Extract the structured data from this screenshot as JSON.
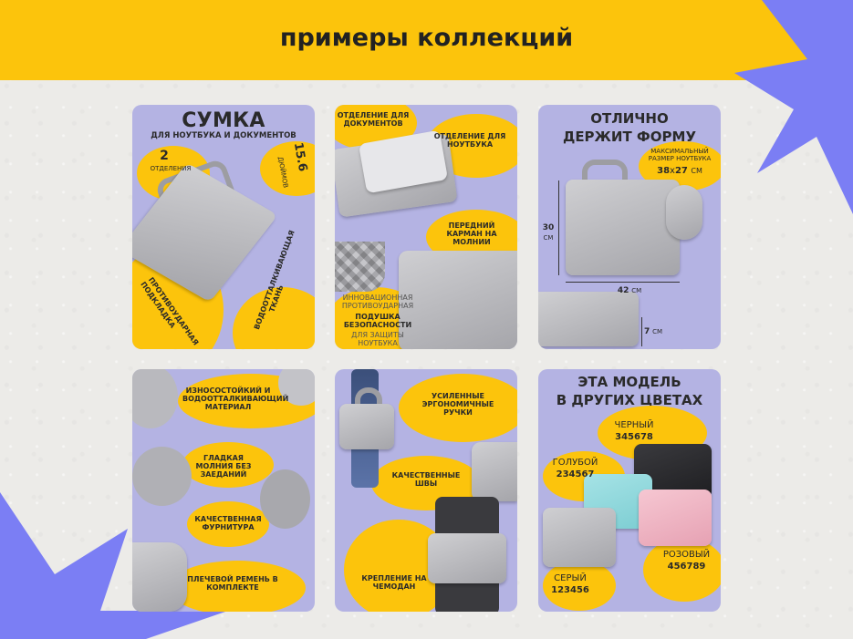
{
  "header": {
    "title": "примеры коллекций"
  },
  "colors": {
    "yellow": "#fcc40c",
    "lavender": "#b4b3e3",
    "star_blue": "#7b7ef4",
    "background": "#ecebe8"
  },
  "card1": {
    "title": "СУМКА",
    "subtitle": "ДЛЯ НОУТБУКА И ДОКУМЕНТОВ",
    "compartments_number": "2",
    "compartments_label": "ОТДЕЛЕНИЯ",
    "size_number": "15.6",
    "size_unit": "ДЮЙМОВ",
    "label_lining_1": "ПРОТИВОУДАРНАЯ",
    "label_lining_2": "ПОДКЛАДКА",
    "label_fabric_1": "ВОДООТТАЛКИВАЮЩАЯ",
    "label_fabric_2": "ТКАНЬ"
  },
  "card2": {
    "label_documents": "ОТДЕЛЕНИЕ ДЛЯ ДОКУМЕНТОВ",
    "label_laptop": "ОТДЕЛЕНИЕ ДЛЯ НОУТБУКА",
    "label_pocket": "ПЕРЕДНИЙ КАРМАН НА МОЛНИИ",
    "label_pillow_1": "ИННОВАЦИОННАЯ ПРОТИВОУДАРНАЯ",
    "label_pillow_2": "ПОДУШКА БЕЗОПАСНОСТИ",
    "label_pillow_3": "ДЛЯ ЗАЩИТЫ НОУТБУКА"
  },
  "card3": {
    "title_line1": "ОТЛИЧНО",
    "title_line2": "ДЕРЖИТ ФОРМУ",
    "max_size_label": "МАКСИМАЛЬНЫЙ РАЗМЕР НОУТБУКА",
    "max_size_w": "38",
    "max_size_x": "х",
    "max_size_h": "27",
    "max_size_unit": "СМ",
    "height_value": "30",
    "height_unit": "СМ",
    "width_value": "42",
    "width_unit": "СМ",
    "depth_value": "7",
    "depth_unit": "СМ"
  },
  "card4": {
    "label_material": "ИЗНОСОСТОЙКИЙ И ВОДООТТАЛКИВАЮЩИЙ МАТЕРИАЛ",
    "label_zipper": "ГЛАДКАЯ МОЛНИЯ БЕЗ ЗАЕДАНИЙ",
    "label_hardware": "КАЧЕСТВЕННАЯ ФУРНИТУРА",
    "label_strap": "ПЛЕЧЕВОЙ РЕМЕНЬ В КОМПЛЕКТЕ"
  },
  "card5": {
    "label_handles": "УСИЛЕННЫЕ ЭРГОНОМИЧНЫЕ РУЧКИ",
    "label_seams": "КАЧЕСТВЕННЫЕ ШВЫ",
    "label_suitcase": "КРЕПЛЕНИЕ НА ЧЕМОДАН"
  },
  "card6": {
    "title_line1": "ЭТА МОДЕЛЬ",
    "title_line2": "В ДРУГИХ ЦВЕТАХ",
    "colors": [
      {
        "name": "ЧЕРНЫЙ",
        "code": "345678",
        "swatch": "#2b2b2e"
      },
      {
        "name": "ГОЛУБОЙ",
        "code": "234567",
        "swatch": "#8fd8dc"
      },
      {
        "name": "РОЗОВЫЙ",
        "code": "456789",
        "swatch": "#efb3c2"
      },
      {
        "name": "СЕРЫЙ",
        "code": "123456",
        "swatch": "#b9b9bd"
      }
    ]
  }
}
